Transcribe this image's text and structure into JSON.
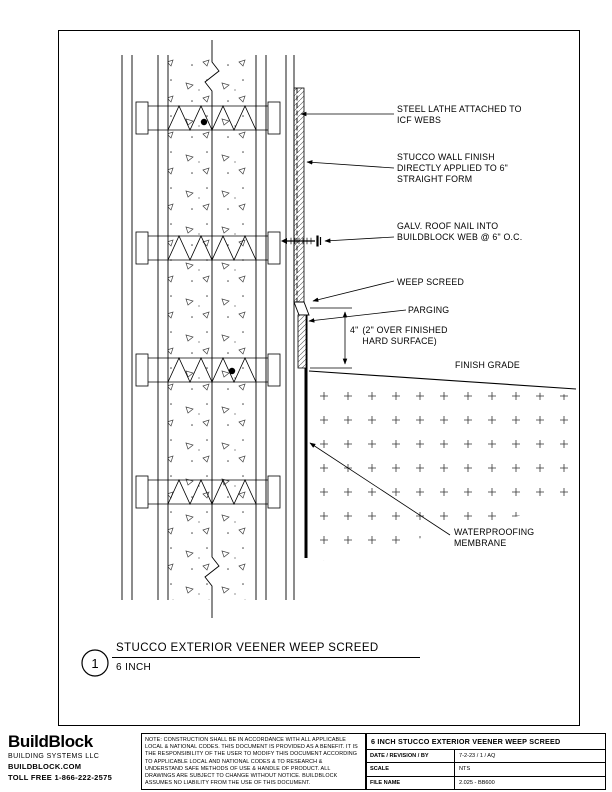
{
  "callouts": {
    "steel_lathe": "STEEL LATHE ATTACHED TO ICF WEBS",
    "stucco_finish": "STUCCO WALL FINISH DIRECTLY APPLIED TO 6\" STRAIGHT FORM",
    "galv_nail": "GALV. ROOF NAIL INTO BUILDBLOCK WEB @ 6\" O.C.",
    "weep_screed": "WEEP SCREED",
    "parging": "PARGING",
    "dim_value": "4\"",
    "dim_note": "(2\" OVER FINISHED HARD SURFACE)",
    "finish_grade": "FINISH GRADE",
    "waterproofing": "WATERPROOFING MEMBRANE"
  },
  "detail_title": {
    "number": "1",
    "name": "STUCCO EXTERIOR VEENER WEEP SCREED",
    "size": "6 INCH"
  },
  "title_block": {
    "logo": "BuildBlock",
    "company": "BUILDING SYSTEMS LLC",
    "website": "BUILDBLOCK.COM",
    "phone": "TOLL FREE 1-866-222-2575",
    "note": "NOTE: CONSTRUCTION SHALL BE IN ACCORDANCE WITH ALL APPLICABLE LOCAL & NATIONAL CODES. THIS DOCUMENT IS PROVIDED AS A BENEFIT. IT IS THE RESPONSIBILITY OF THE USER TO MODIFY THIS DOCUMENT ACCORDING TO APPLICABLE LOCAL AND NATIONAL CODES & TO RESEARCH & UNDERSTAND SAFE METHODS OF USE & HANDLE OF PRODUCT. ALL DRAWINGS ARE SUBJECT TO CHANGE WITHOUT NOTICE. BUILDBLOCK ASSUMES NO LIABILITY FROM THE USE OF THIS DOCUMENT.",
    "sheet_title": "6 INCH STUCCO EXTERIOR VEENER WEEP SCREED",
    "fields": [
      {
        "label": "DATE / REVISION / BY",
        "value": "7-2-23 / 1 / AQ"
      },
      {
        "label": "SCALE",
        "value": "NTS"
      },
      {
        "label": "FILE NAME",
        "value": "2.025 - BB600"
      }
    ]
  }
}
